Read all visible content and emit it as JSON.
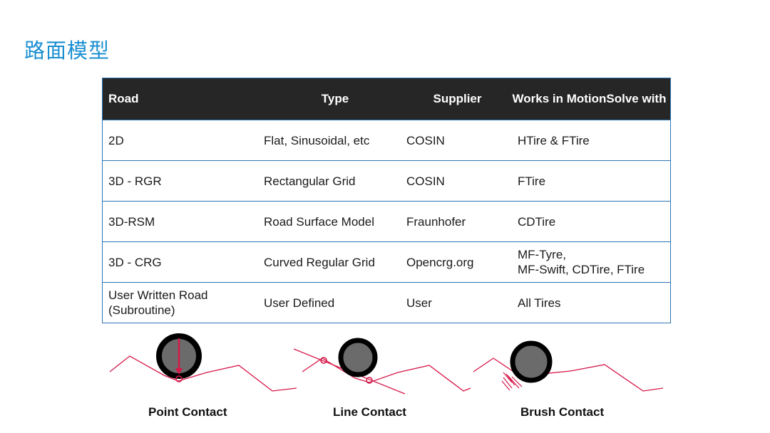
{
  "title": "路面模型",
  "table": {
    "headers": [
      "Road",
      "Type",
      "Supplier",
      "Works in MotionSolve with"
    ],
    "rows": [
      {
        "road": "2D",
        "type": "Flat, Sinusoidal, etc",
        "supplier": "COSIN",
        "works": "HTire & FTire"
      },
      {
        "road": "3D - RGR",
        "type": "Rectangular Grid",
        "supplier": "COSIN",
        "works": "FTire"
      },
      {
        "road": "3D-RSM",
        "type": "Road Surface Model",
        "supplier": "Fraunhofer",
        "works": "CDTire"
      },
      {
        "road": "3D - CRG",
        "type": "Curved Regular Grid",
        "supplier": "Opencrg.org",
        "works_line1": "MF-Tyre,",
        "works_line2": "MF-Swift, CDTire, FTire"
      },
      {
        "road_line1": "User Written Road",
        "road_line2": "(Subroutine)",
        "type": "User Defined",
        "supplier": "User",
        "works": "All Tires"
      }
    ]
  },
  "captions": {
    "point": "Point Contact",
    "line": "Line Contact",
    "brush": "Brush Contact"
  },
  "colors": {
    "title": "#1b8fd2",
    "header_bg": "#262626",
    "border": "#2e74b5",
    "road_line": "#d6184a",
    "tire_outer": "#000000",
    "tire_inner": "#6b6b6b"
  }
}
